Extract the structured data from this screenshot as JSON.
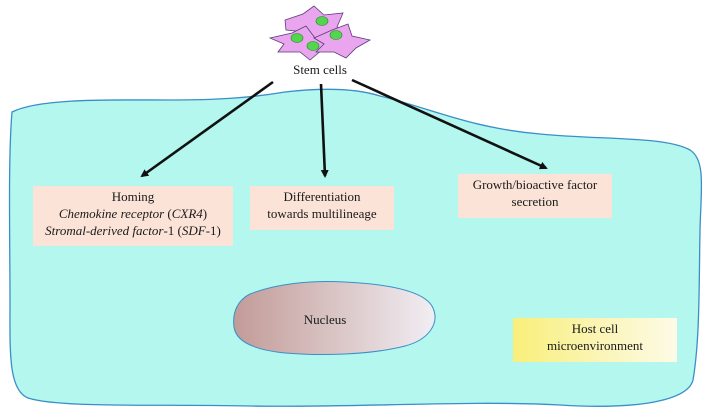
{
  "stem_cells_label": "Stem cells",
  "nucleus_label": "Nucleus",
  "homing": {
    "title": "Homing",
    "receptor_italic": "Chemokine receptor",
    "receptor_abbr_open": " (",
    "receptor_abbr": "CXR4",
    "receptor_abbr_close": ")",
    "sdf_part1_italic": "Stromal-derived factor",
    "sdf_part1_suffix": "-1 (",
    "sdf_abbr": "SDF",
    "sdf_abbr_suffix": "-1)"
  },
  "differentiation": {
    "line1": "Differentiation",
    "line2": "towards multilineage"
  },
  "growth": {
    "line1": "Growth/bioactive factor",
    "line2": "secretion"
  },
  "host": {
    "line1": "Host cell",
    "line2": "microenvironment"
  },
  "colors": {
    "host_cell_fill": "#b4f7ee",
    "host_cell_stroke": "#3a8fc8",
    "stem_cell_fill": "#e9a6ee",
    "stem_cell_nucleus": "#52d64e",
    "label_box": "#fbe3d7",
    "nucleus_gradient_start": "#c29b97",
    "nucleus_gradient_end": "#f1eef3"
  }
}
